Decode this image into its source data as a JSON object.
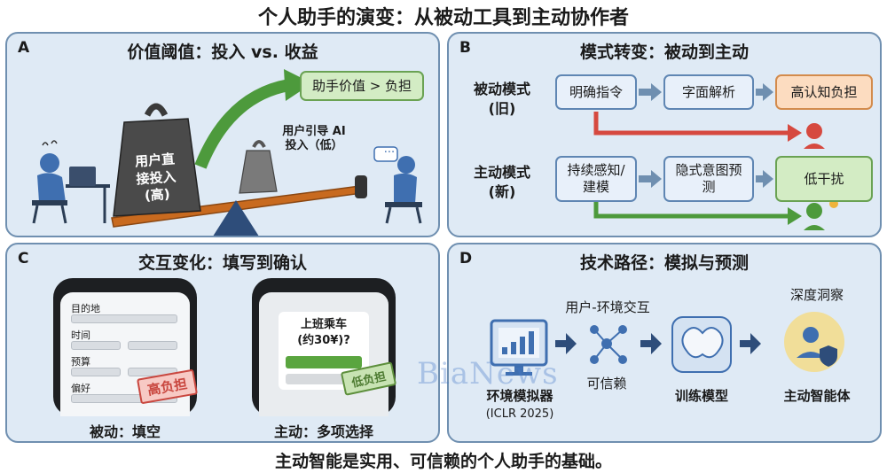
{
  "title": "个人助手的演变：从被动工具到主动协作者",
  "footer": "主动智能是实用、可信赖的个人助手的基础。",
  "watermark": "BiaNews",
  "colors": {
    "panel_bg": "#dfeaf5",
    "panel_border": "#6f8fb0",
    "red_arrow": "#d6493f",
    "green_arrow": "#4d9a3c"
  },
  "panel_a": {
    "letter": "A",
    "heading": "价值阈值：投入 vs. 收益",
    "weight_label": [
      "用户直",
      "接投入",
      "(高)"
    ],
    "small_weight_label": [
      "用户引导 AI",
      "投入（低）"
    ],
    "bubble": "助手价值 > 负担",
    "speech_dots": "···"
  },
  "panel_b": {
    "letter": "B",
    "heading": "模式转变：被动到主动",
    "passive_label": [
      "被动模式",
      "(旧)"
    ],
    "active_label": [
      "主动模式",
      "(新)"
    ],
    "passive_steps": [
      "明确指令",
      "字面解析",
      "高认知负担"
    ],
    "active_steps": [
      "持续感知/建模",
      "隐式意图预测",
      "低干扰"
    ]
  },
  "panel_c": {
    "letter": "C",
    "heading": "交互变化：填写到确认",
    "form_fields": [
      "目的地",
      "时间",
      "预算",
      "偏好"
    ],
    "stamp_high": "高负担",
    "stamp_low": "低负担",
    "prompt_line1": "上班乘车",
    "prompt_line2": "(约30¥)?",
    "caption_passive": "被动：填空",
    "caption_active": "主动：多项选择"
  },
  "panel_d": {
    "letter": "D",
    "heading": "技术路径：模拟与预测",
    "interaction_label": "用户-环境交互",
    "insight_label": "深度洞察",
    "env_sim": "环境模拟器",
    "iclr": "(ICLR 2025)",
    "reliable": "可信赖",
    "train": "训练模型",
    "agent": "主动智能体"
  }
}
